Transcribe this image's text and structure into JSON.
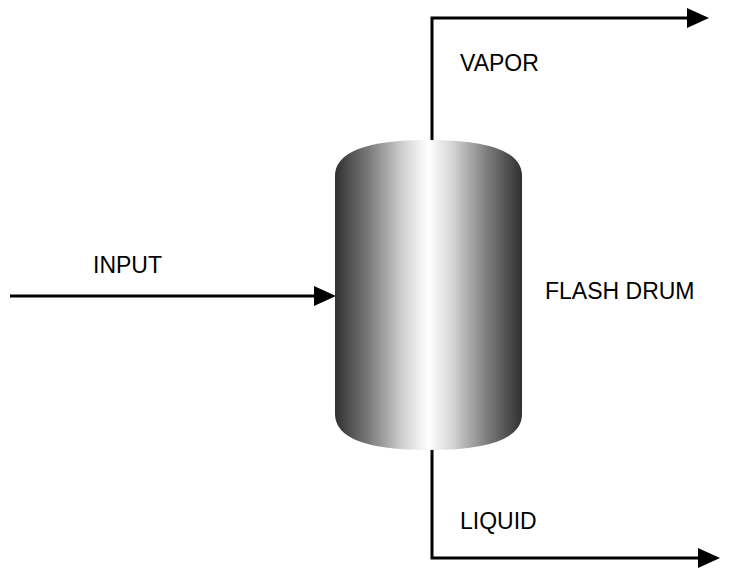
{
  "diagram": {
    "nodes": [
      {
        "text": [
          "FLASH DRUM"
        ]
      }
    ],
    "labels": [
      "VAPOR",
      "INPUT",
      "LIQUID"
    ]
  }
}
